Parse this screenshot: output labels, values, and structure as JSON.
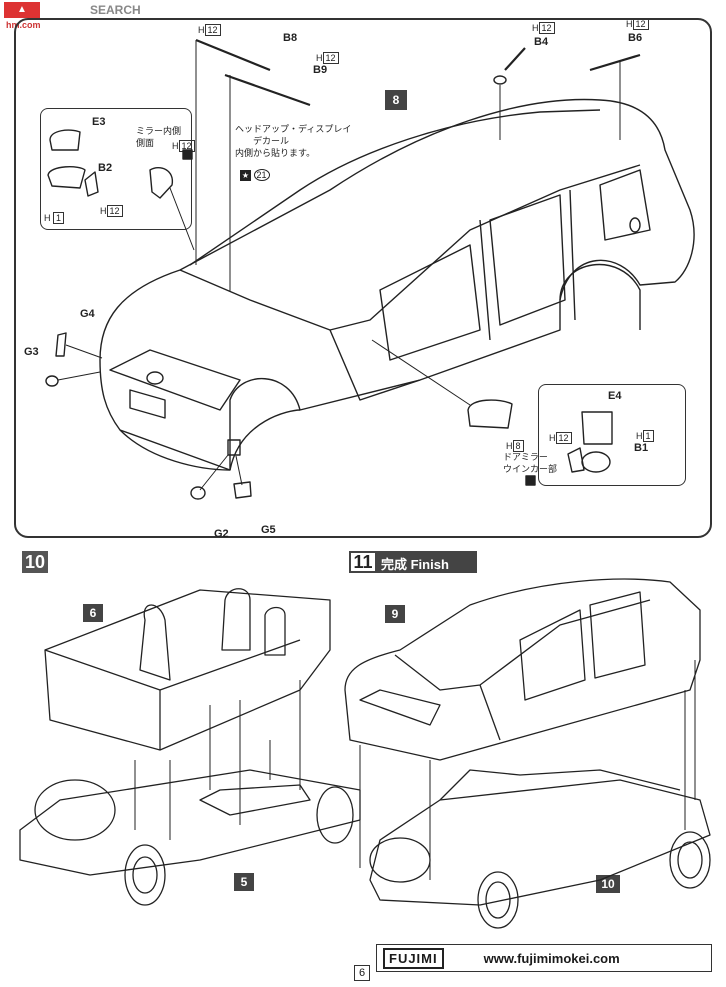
{
  "watermark": {
    "text": "SEARCH",
    "site": "hm.com"
  },
  "step8": {
    "number": "8",
    "mirror_left": {
      "part_e3": "E3",
      "part_b2": "B2",
      "note_jp": "ミラー内側\n側面",
      "code_h12": "12",
      "code_h1": "1",
      "code_h12_b": "12",
      "h": "H"
    },
    "parts": {
      "b8": "B8",
      "b9": "B9",
      "b4": "B4",
      "b6": "B6",
      "g4": "G4",
      "g3": "G3",
      "g2": "G2",
      "g5": "G5"
    },
    "codes": {
      "h": "H",
      "h12": "12"
    },
    "hud_note_jp": "ヘッドアップ・ディスプレイ\n　　デカール\n内側から貼ります。",
    "hud_decal": "21",
    "mirror_right": {
      "part_e4": "E4",
      "part_b1": "B1",
      "code_h12": "12",
      "code_h1": "1",
      "code_h8": "8",
      "h": "H",
      "note_jp": "ドアミラー\nウインカー部"
    }
  },
  "step10": {
    "number": "10",
    "sub_6": "6",
    "sub_5": "5"
  },
  "step11": {
    "number": "11",
    "title": "完成 Finish",
    "sub_9": "9",
    "sub_10": "10"
  },
  "footer": {
    "brand": "FUJIMI",
    "url": "www.fujimimokei.com",
    "page": "6"
  }
}
